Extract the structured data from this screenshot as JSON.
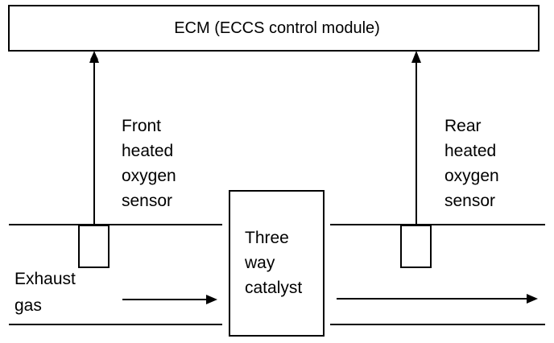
{
  "ecm": {
    "label": "ECM (ECCS control module)"
  },
  "front_sensor": {
    "lines": [
      "Front",
      "heated",
      "oxygen",
      "sensor"
    ]
  },
  "rear_sensor": {
    "lines": [
      "Rear",
      "heated",
      "oxygen",
      "sensor"
    ]
  },
  "catalyst": {
    "lines": [
      "Three",
      "way",
      "catalyst"
    ]
  },
  "exhaust": {
    "lines": [
      "Exhaust",
      "gas"
    ]
  }
}
